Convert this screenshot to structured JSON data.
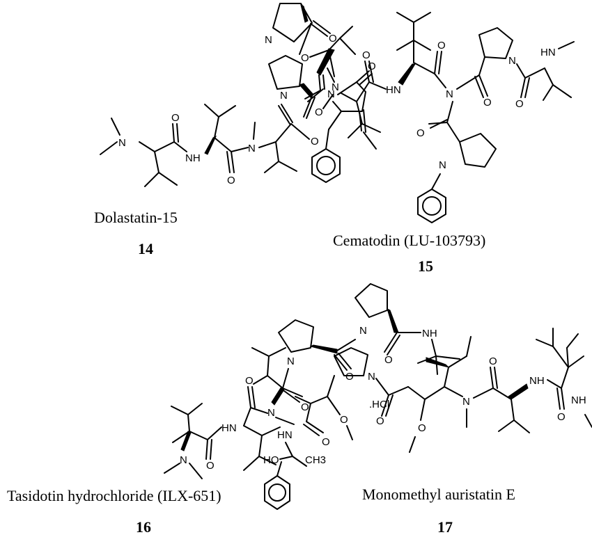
{
  "compounds": [
    {
      "name": "Dolastatin-15",
      "number": "14"
    },
    {
      "name": "Cematodin (LU-103793)",
      "number": "15"
    },
    {
      "name": "Tasidotin hydrochloride (ILX-651)",
      "number": "16",
      "salt": ".HCl"
    },
    {
      "name": "Monomethyl auristatin E",
      "number": "17"
    }
  ],
  "atoms": {
    "N": "N",
    "O": "O",
    "NH": "NH",
    "HN": "HN",
    "HO": "HO",
    "CH3": "CH3"
  }
}
